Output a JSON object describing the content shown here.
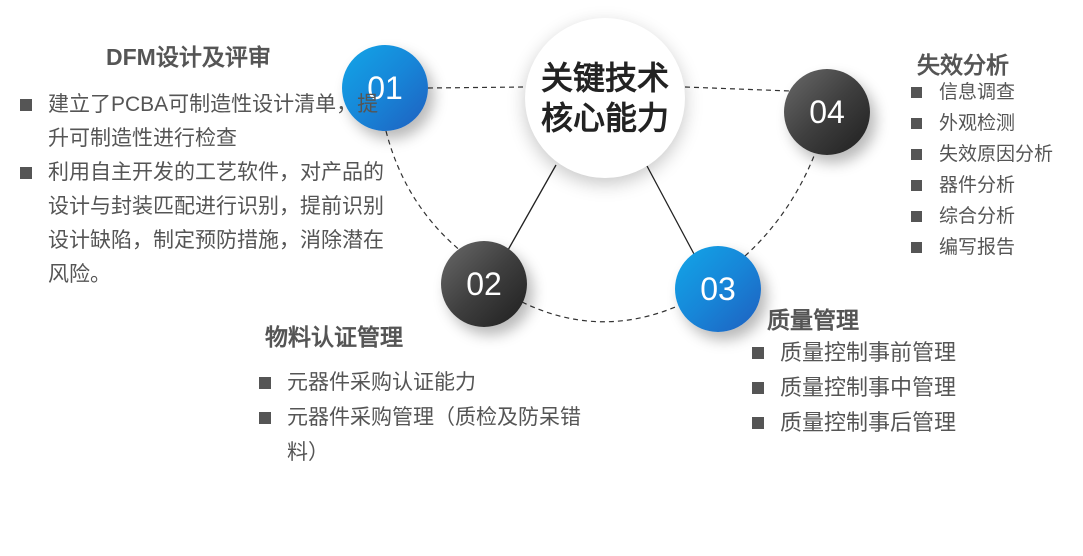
{
  "core": {
    "line1": "关键技术",
    "line2": "核心能力"
  },
  "nodes": [
    {
      "num": "01",
      "title": "DFM设计及评审",
      "items": [
        "建立了PCBA可制造性设计清单，提升可制造性进行检查",
        "利用自主开发的工艺软件，对产品的设计与封装匹配进行识别，提前识别设计缺陷，制定预防措施，消除潜在风险。"
      ]
    },
    {
      "num": "02",
      "title": "物料认证管理",
      "items": [
        "元器件采购认证能力",
        "元器件采购管理（质检及防呆错料）"
      ]
    },
    {
      "num": "03",
      "title": "质量管理",
      "items": [
        "质量控制事前管理",
        "质量控制事中管理",
        "质量控制事后管理"
      ]
    },
    {
      "num": "04",
      "title": "失效分析",
      "items": [
        "信息调查",
        "外观检测",
        "失效原因分析",
        "器件分析",
        "综合分析",
        "编写报告"
      ]
    }
  ],
  "colors": {
    "blue": "#1786d8",
    "dark": "#3f3f3f",
    "text": "#555555"
  }
}
